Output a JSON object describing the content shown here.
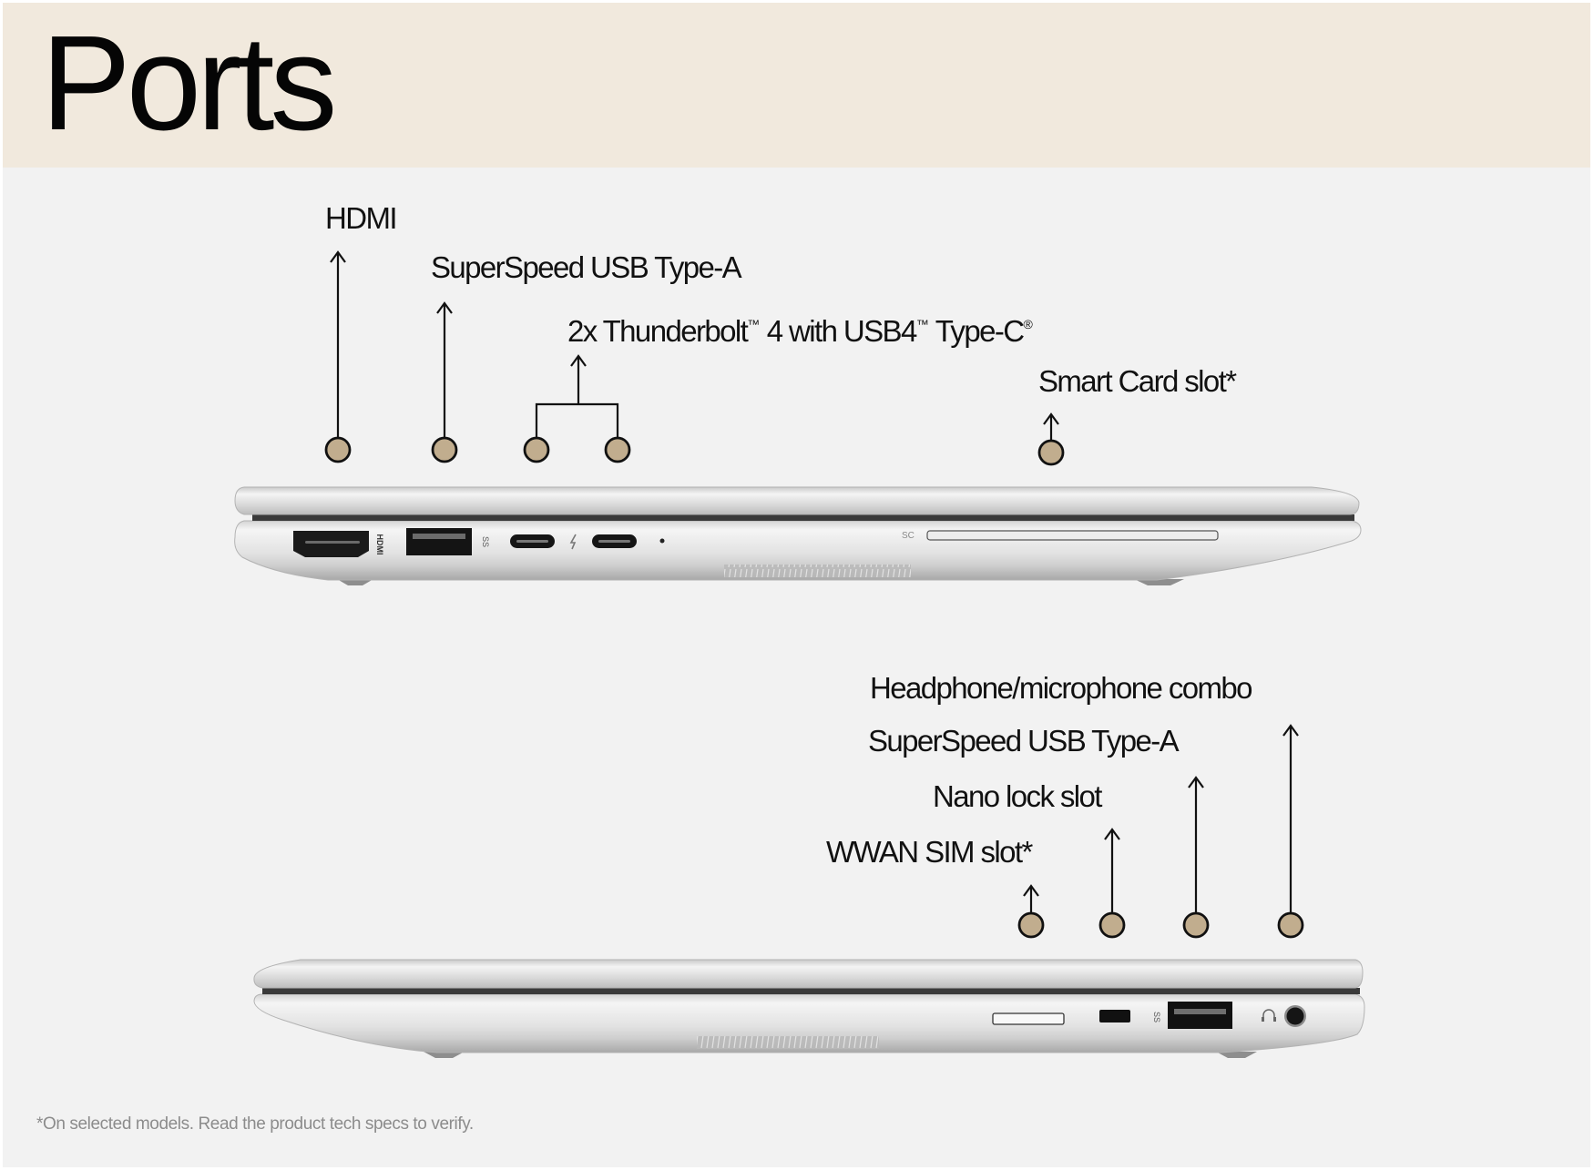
{
  "header": {
    "title": "Ports"
  },
  "colors": {
    "header_bg": "#f1e9dd",
    "body_bg": "#f2f2f2",
    "marker_fill": "#c1ad8e",
    "marker_stroke": "#111111",
    "chassis": "#d9d9d9"
  },
  "left_side": {
    "callouts": [
      {
        "id": "hdmi",
        "label": "HDMI"
      },
      {
        "id": "usb-a",
        "label": "SuperSpeed USB Type-A"
      },
      {
        "id": "thunderbolt",
        "label_main": "2x Thunderbolt",
        "tm1": "™",
        "label_mid": " 4 with USB4",
        "tm2": "™",
        "label_end": " Type-C",
        "reg": "®",
        "count": 2
      },
      {
        "id": "smart-card",
        "label": "Smart Card slot*"
      }
    ],
    "port_markings": {
      "hdmi": "HDMI",
      "usb": "SS",
      "smart_card": "SC"
    }
  },
  "right_side": {
    "callouts": [
      {
        "id": "headphone",
        "label": "Headphone/microphone combo"
      },
      {
        "id": "usb-a",
        "label": "SuperSpeed USB Type-A"
      },
      {
        "id": "nano-lock",
        "label": "Nano lock slot"
      },
      {
        "id": "wwan-sim",
        "label": "WWAN SIM slot*"
      }
    ],
    "port_markings": {
      "usb": "SS"
    }
  },
  "footnote": "*On selected models. Read the product tech specs to verify."
}
